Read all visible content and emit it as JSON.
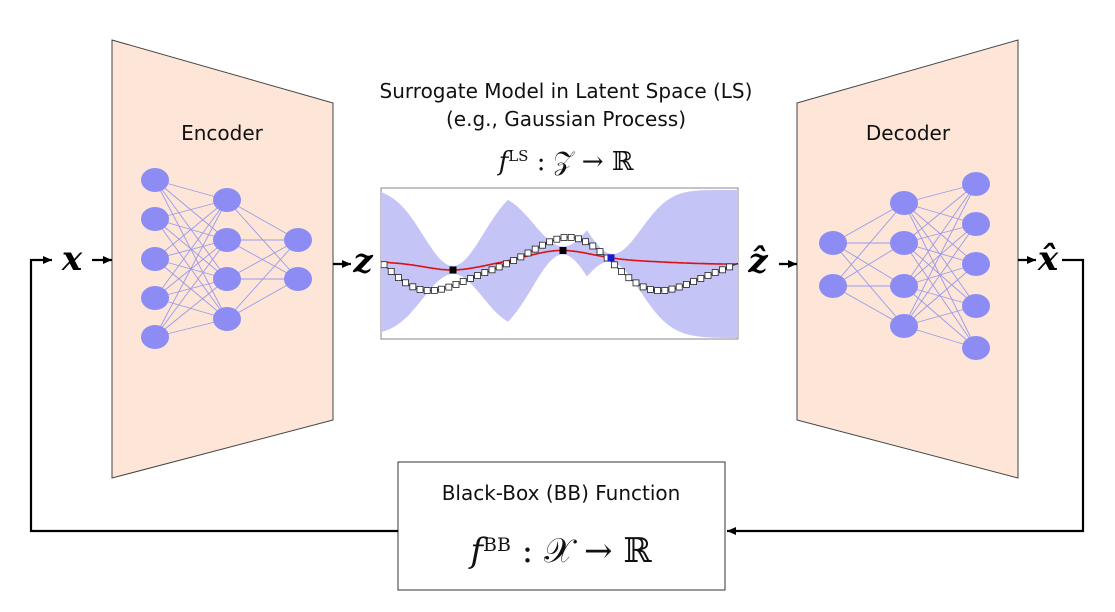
{
  "encoder": {
    "label": "Encoder"
  },
  "decoder": {
    "label": "Decoder"
  },
  "surrogate": {
    "title_line1": "Surrogate Model in Latent Space (LS)",
    "title_line2": "(e.g., Gaussian Process)",
    "formula": {
      "f": "f",
      "sup": "LS",
      "rest": " : 𝒵 → ℝ"
    }
  },
  "blackbox": {
    "title": "Black-Box (BB) Function",
    "formula": {
      "f": "f",
      "sup": "BB",
      "rest": " : 𝒳 → ℝ"
    }
  },
  "variables": {
    "x": "x",
    "z": "z",
    "z_hat": "ẑ",
    "x_hat": "x̂"
  },
  "colors": {
    "panel_fill": "#fde6d8",
    "node_fill": "#8c8cf4",
    "edge": "#9a9ae8",
    "band_fill": "#c4c4f6",
    "mean_line": "#dd1111",
    "marker_black": "#000000",
    "marker_blue": "#1a1acc"
  }
}
